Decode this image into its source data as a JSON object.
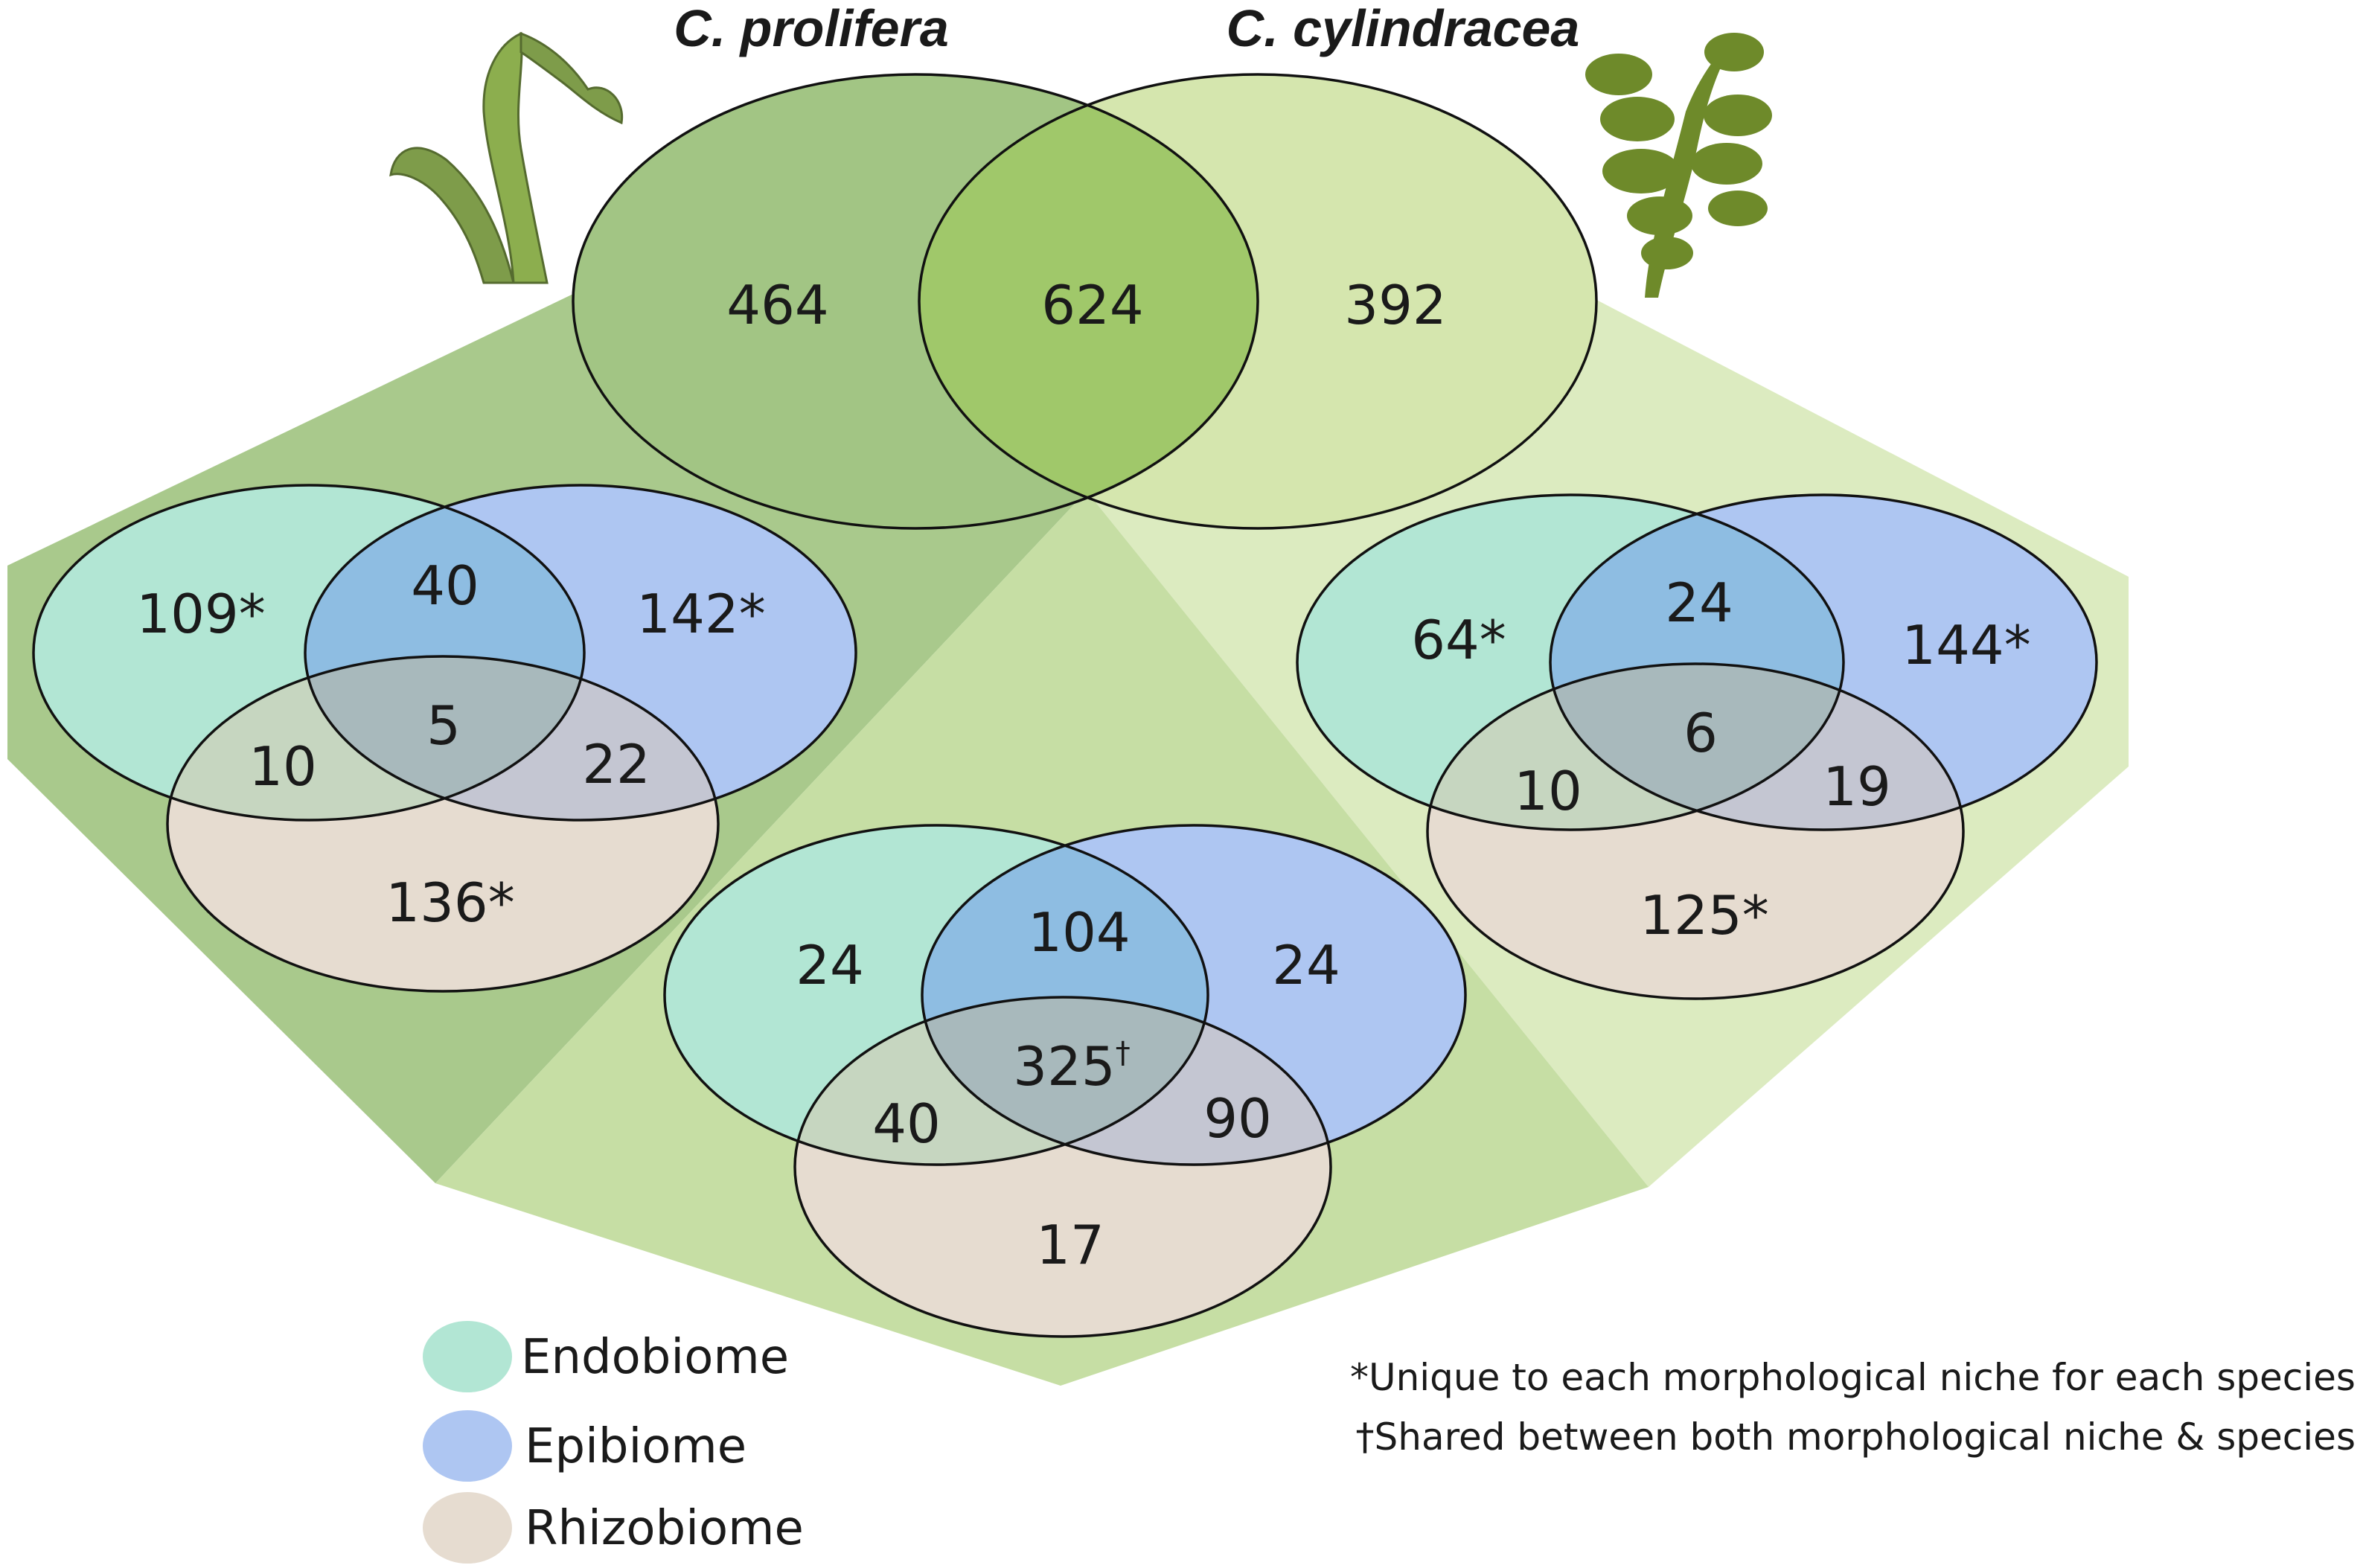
{
  "titles": {
    "left": "C. prolifera",
    "right": "C. cylindracea"
  },
  "top_venn": {
    "left_only": "464",
    "shared": "624",
    "right_only": "392"
  },
  "left_venn": {
    "endo": "109*",
    "epi": "142*",
    "rhizo": "136*",
    "endo_epi": "40",
    "endo_rhizo": "10",
    "epi_rhizo": "22",
    "all": "5"
  },
  "middle_venn": {
    "endo": "24",
    "epi": "24",
    "rhizo": "17",
    "endo_epi": "104",
    "endo_rhizo": "40",
    "epi_rhizo": "90",
    "all": "325",
    "all_mark": "†"
  },
  "right_venn": {
    "endo": "64*",
    "epi": "144*",
    "rhizo": "125*",
    "endo_epi": "24",
    "endo_rhizo": "10",
    "epi_rhizo": "19",
    "all": "6"
  },
  "legend": {
    "items": [
      {
        "label": "Endobiome",
        "color": "#b2e6d4"
      },
      {
        "label": "Epibiome",
        "color": "#aec6f2"
      },
      {
        "label": "Rhizobiome",
        "color": "#e6dcd0"
      }
    ]
  },
  "notes": {
    "unique": "*Unique to each morphological niche for each species",
    "shared": "†Shared between both morphological niche & species"
  },
  "colors": {
    "dark_green": "#a2c584",
    "mid_green": "#a0c86a",
    "light_green": "#d5e6ae",
    "panel_left": "#a9c98c",
    "panel_middle": "#c6dea4",
    "panel_right": "#dcebc0"
  }
}
